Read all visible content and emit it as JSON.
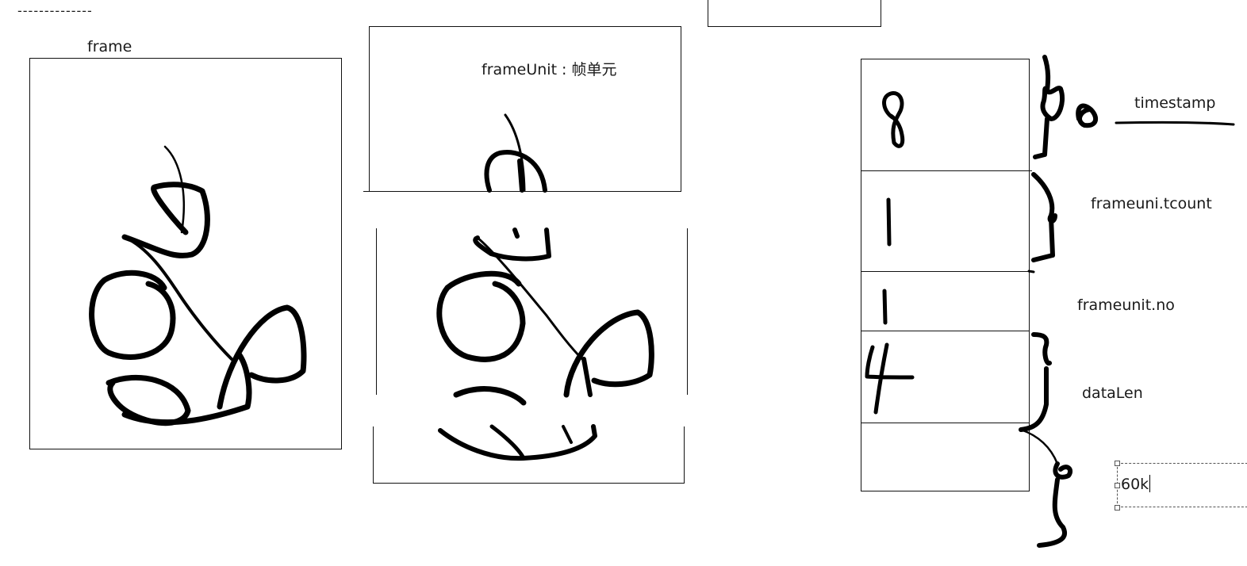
{
  "labels": {
    "frame": "frame",
    "frame_unit": "frameUnit : 帧单元",
    "timestamp": "timestamp",
    "frameuni_tcount": "frameuni.tcount",
    "frameunit_no": "frameunit.no",
    "data_len": "dataLen"
  },
  "table": {
    "rows": [
      "8",
      "1",
      "1",
      "4",
      ""
    ]
  },
  "input": {
    "value": "60k"
  },
  "dashes": "--------------"
}
